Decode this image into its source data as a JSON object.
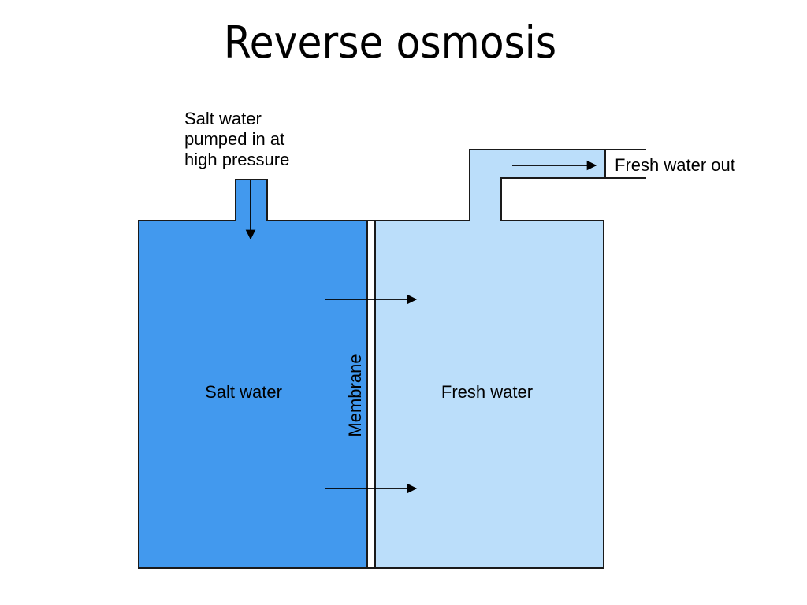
{
  "title": "Reverse osmosis",
  "labels": {
    "inlet_line1": "Salt water",
    "inlet_line2": "pumped in at",
    "inlet_line3": "high pressure",
    "outlet": "Fresh water out",
    "salt_chamber": "Salt water",
    "fresh_chamber": "Fresh water",
    "membrane": "Membrane"
  },
  "colors": {
    "salt_water": "#4299ee",
    "fresh_water": "#bbdefa",
    "outline": "#1a1a1a",
    "arrow": "#000000"
  }
}
